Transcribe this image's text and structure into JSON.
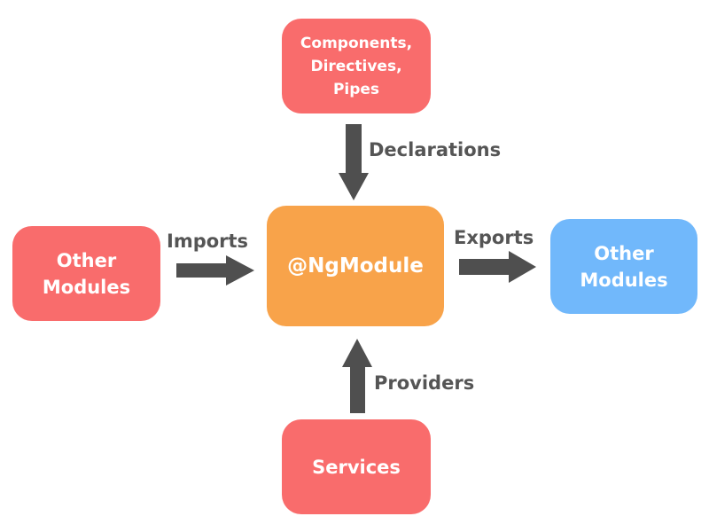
{
  "diagram": {
    "center": {
      "label": "@NgModule"
    },
    "top_box": {
      "lines": [
        "Components,",
        "Directives,",
        "Pipes"
      ]
    },
    "left_box": {
      "lines": [
        "Other",
        "Modules"
      ]
    },
    "right_box": {
      "lines": [
        "Other",
        "Modules"
      ]
    },
    "bottom_box": {
      "label": "Services"
    },
    "edges": {
      "declarations": "Declarations",
      "imports": "Imports",
      "exports": "Exports",
      "providers": "Providers"
    },
    "colors": {
      "red_box": "#f96c6c",
      "center_box": "#f8a34a",
      "blue_box": "#71b8fb",
      "arrow": "#4f4f4f",
      "label_text": "#555555"
    }
  }
}
